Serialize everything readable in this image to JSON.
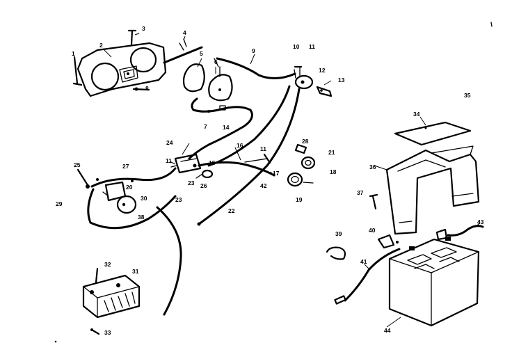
{
  "diagram": {
    "callouts": [
      {
        "id": "c-1",
        "text": "1"
      },
      {
        "id": "c-2",
        "text": "2"
      },
      {
        "id": "c-3",
        "text": "3"
      },
      {
        "id": "c-4",
        "text": "4"
      },
      {
        "id": "c-5",
        "text": "5"
      },
      {
        "id": "c-6",
        "text": "6"
      },
      {
        "id": "c-7",
        "text": "7"
      },
      {
        "id": "c-8",
        "text": "8"
      },
      {
        "id": "c-9",
        "text": "9"
      },
      {
        "id": "c-10",
        "text": "10"
      },
      {
        "id": "c-11a",
        "text": "11"
      },
      {
        "id": "c-11b",
        "text": "11"
      },
      {
        "id": "c-11c",
        "text": "11"
      },
      {
        "id": "c-12",
        "text": "12"
      },
      {
        "id": "c-13",
        "text": "13"
      },
      {
        "id": "c-14",
        "text": "14"
      },
      {
        "id": "c-15",
        "text": "15"
      },
      {
        "id": "c-16",
        "text": "16"
      },
      {
        "id": "c-17",
        "text": "17"
      },
      {
        "id": "c-18",
        "text": "18"
      },
      {
        "id": "c-19",
        "text": "19"
      },
      {
        "id": "c-20",
        "text": "20"
      },
      {
        "id": "c-21",
        "text": "21"
      },
      {
        "id": "c-22",
        "text": "22"
      },
      {
        "id": "c-23a",
        "text": "23"
      },
      {
        "id": "c-23b",
        "text": "23"
      },
      {
        "id": "c-24",
        "text": "24"
      },
      {
        "id": "c-25",
        "text": "25"
      },
      {
        "id": "c-26",
        "text": "26"
      },
      {
        "id": "c-27",
        "text": "27"
      },
      {
        "id": "c-28",
        "text": "28"
      },
      {
        "id": "c-29",
        "text": "29"
      },
      {
        "id": "c-30",
        "text": "30"
      },
      {
        "id": "c-31",
        "text": "31"
      },
      {
        "id": "c-32",
        "text": "32"
      },
      {
        "id": "c-33",
        "text": "33"
      },
      {
        "id": "c-34",
        "text": "34"
      },
      {
        "id": "c-35",
        "text": "35"
      },
      {
        "id": "c-36",
        "text": "36"
      },
      {
        "id": "c-37",
        "text": "37"
      },
      {
        "id": "c-38",
        "text": "38"
      },
      {
        "id": "c-39",
        "text": "39"
      },
      {
        "id": "c-40",
        "text": "40"
      },
      {
        "id": "c-41",
        "text": "41"
      },
      {
        "id": "c-42",
        "text": "42"
      },
      {
        "id": "c-43",
        "text": "43"
      },
      {
        "id": "c-44",
        "text": "44"
      }
    ]
  }
}
